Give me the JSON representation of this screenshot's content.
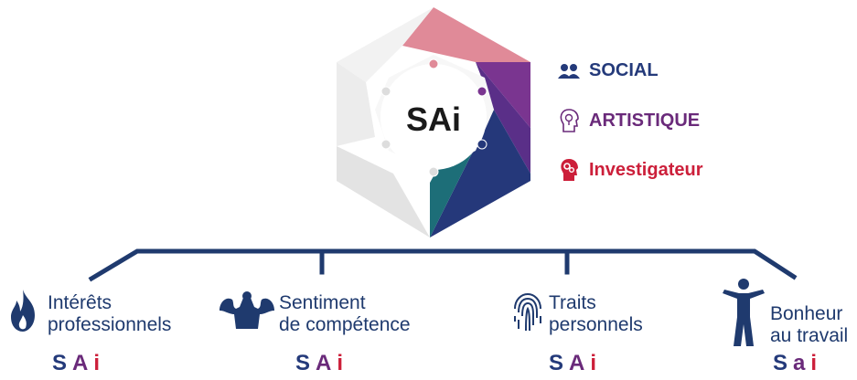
{
  "center_code": "SAi",
  "legend": [
    {
      "label": "SOCIAL",
      "icon": "people-icon",
      "color": "#243a7a"
    },
    {
      "label": "ARTISTIQUE",
      "icon": "lightbulb-head-icon",
      "color": "#6a2a7a"
    },
    {
      "label": "Investigateur",
      "icon": "gears-head-icon",
      "color": "#cc1f3a"
    }
  ],
  "columns": [
    {
      "label_line1": "Intérêts",
      "label_line2": "professionnels",
      "icon": "flame-icon",
      "code": [
        "S",
        "A",
        "i"
      ]
    },
    {
      "label_line1": "Sentiment",
      "label_line2": "de compétence",
      "icon": "muscle-torso-icon",
      "code": [
        "S",
        "A",
        "i"
      ]
    },
    {
      "label_line1": "Traits",
      "label_line2": "personnels",
      "icon": "fingerprint-icon",
      "code": [
        "S",
        "A",
        "i"
      ]
    },
    {
      "label_line1": "Bonheur",
      "label_line2": "au travail",
      "icon": "happy-person-icon",
      "code": [
        "S",
        "a",
        "i"
      ]
    }
  ],
  "colors": {
    "social": "#243a7a",
    "artistique": "#6a2a7a",
    "investigateur": "#cc1f3a",
    "connector": "#1f3a6e"
  }
}
